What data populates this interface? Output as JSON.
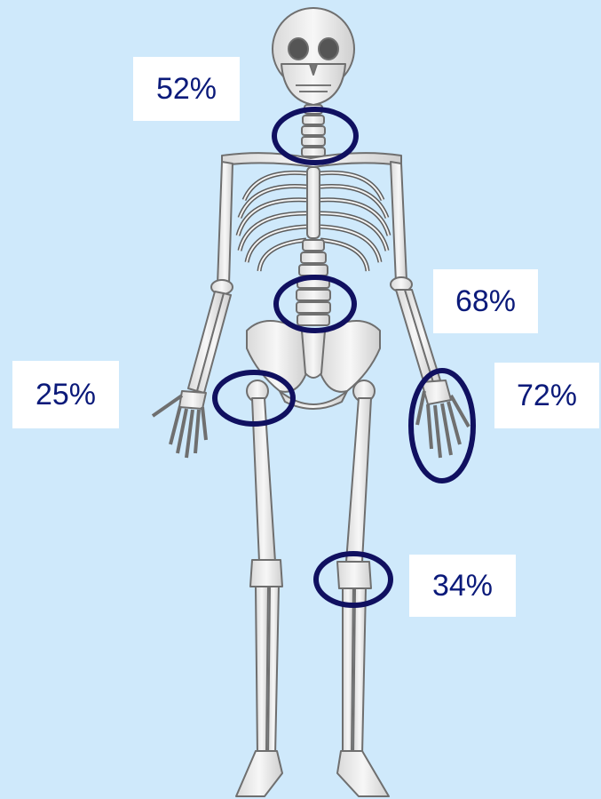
{
  "labels": {
    "neck": "52%",
    "lumbar": "68%",
    "hip": "25%",
    "wrist": "72%",
    "knee": "34%"
  },
  "colors": {
    "background": "#cfe9fb",
    "ring": "#101060",
    "label_text": "#0b1a7a",
    "bone": "#ececec",
    "bone_outline": "#6f6f6f"
  }
}
